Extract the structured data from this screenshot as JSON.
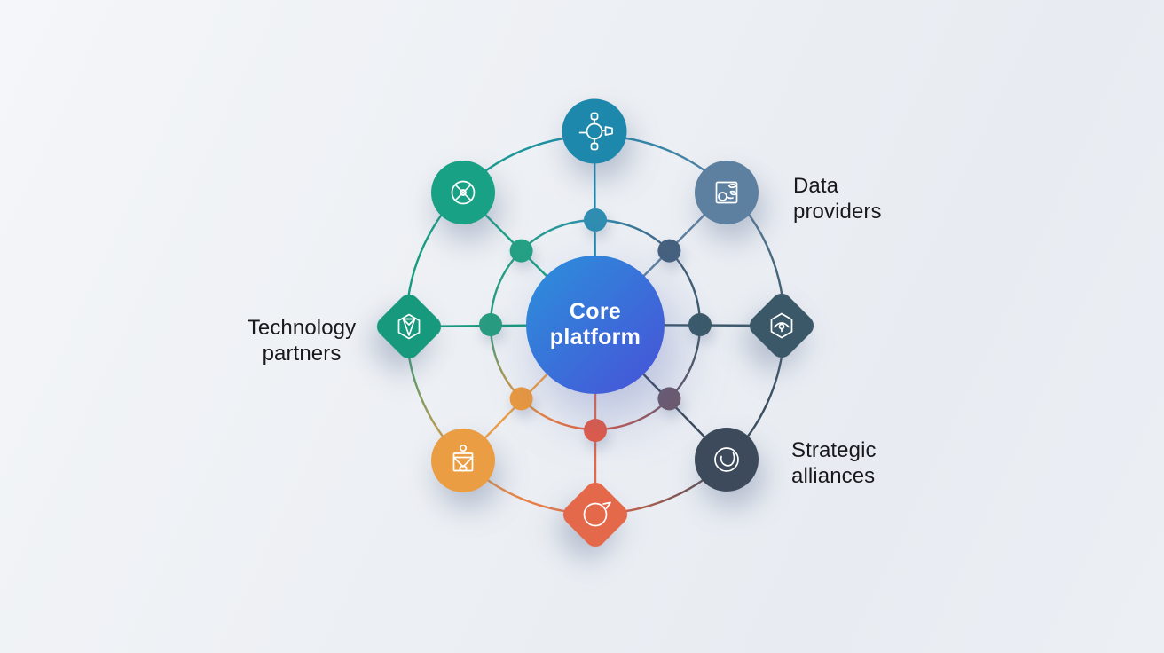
{
  "center": {
    "label": "Core\nplatform",
    "gradient_start": "#2b91da",
    "gradient_end": "#4851d8"
  },
  "labels": {
    "data_providers": "Data\nproviders",
    "technology_partners": "Technology\npartners",
    "strategic_alliances": "Strategic\nalliances"
  },
  "icon_stroke": "#ffffff",
  "nodes": {
    "top": {
      "icon": "hub-network-icon",
      "color": "#1d88ac",
      "dot_color": "#2f8db2"
    },
    "top_right": {
      "icon": "image-frame-icon",
      "color": "#5d80a0",
      "dot_color": "#45617e"
    },
    "right": {
      "icon": "hexagon-eye-icon",
      "color": "#3b5868",
      "dot_color": "#3a5a68"
    },
    "bottom_right": {
      "icon": "swoosh-circle-icon",
      "color": "#3c4a5c",
      "dot_color": "#6d5a6b"
    },
    "bottom": {
      "icon": "orbit-arrow-icon",
      "color": "#e4694a",
      "dot_color": "#e25b46"
    },
    "bottom_left": {
      "icon": "person-badge-icon",
      "color": "#eb9d44",
      "dot_color": "#e9983f"
    },
    "left": {
      "icon": "crystal-cube-icon",
      "color": "#17997d",
      "dot_color": "#289b80"
    },
    "top_left": {
      "icon": "sphere-wireframe-icon",
      "color": "#19a186",
      "dot_color": "#26a084"
    }
  }
}
